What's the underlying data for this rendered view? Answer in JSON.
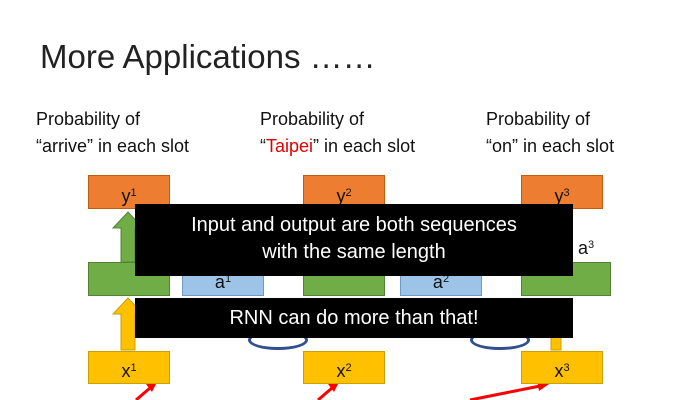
{
  "slide": {
    "title": "More Applications ……",
    "labels": [
      {
        "line1": "Probability of",
        "pre": "“arrive”",
        "red": "",
        "post": " in each slot"
      },
      {
        "line1": "Probability of",
        "pre": "“",
        "red": "Taipei",
        "post": "” in each slot"
      },
      {
        "line1": "Probability of",
        "pre": "“on”",
        "red": "",
        "post": " in each slot"
      }
    ],
    "outputs": [
      {
        "base": "y",
        "sup": "1"
      },
      {
        "base": "y",
        "sup": "2"
      },
      {
        "base": "y",
        "sup": "3"
      }
    ],
    "inputs": [
      {
        "base": "x",
        "sup": "1"
      },
      {
        "base": "x",
        "sup": "2"
      },
      {
        "base": "x",
        "sup": "3"
      }
    ],
    "memory": [
      {
        "base": "a",
        "sup": "1"
      },
      {
        "base": "a",
        "sup": "2"
      },
      {
        "base": "a",
        "sup": "3"
      }
    ],
    "banner_top": [
      "Input and output are both sequences",
      "with the same length"
    ],
    "banner_bottom": "RNN can do more than that!",
    "colors": {
      "output": "#ed7d31",
      "hidden": "#70ad47",
      "input": "#ffc000",
      "memory": "#9dc3e6",
      "arrow": "#ff0000",
      "title": "#222222"
    }
  }
}
